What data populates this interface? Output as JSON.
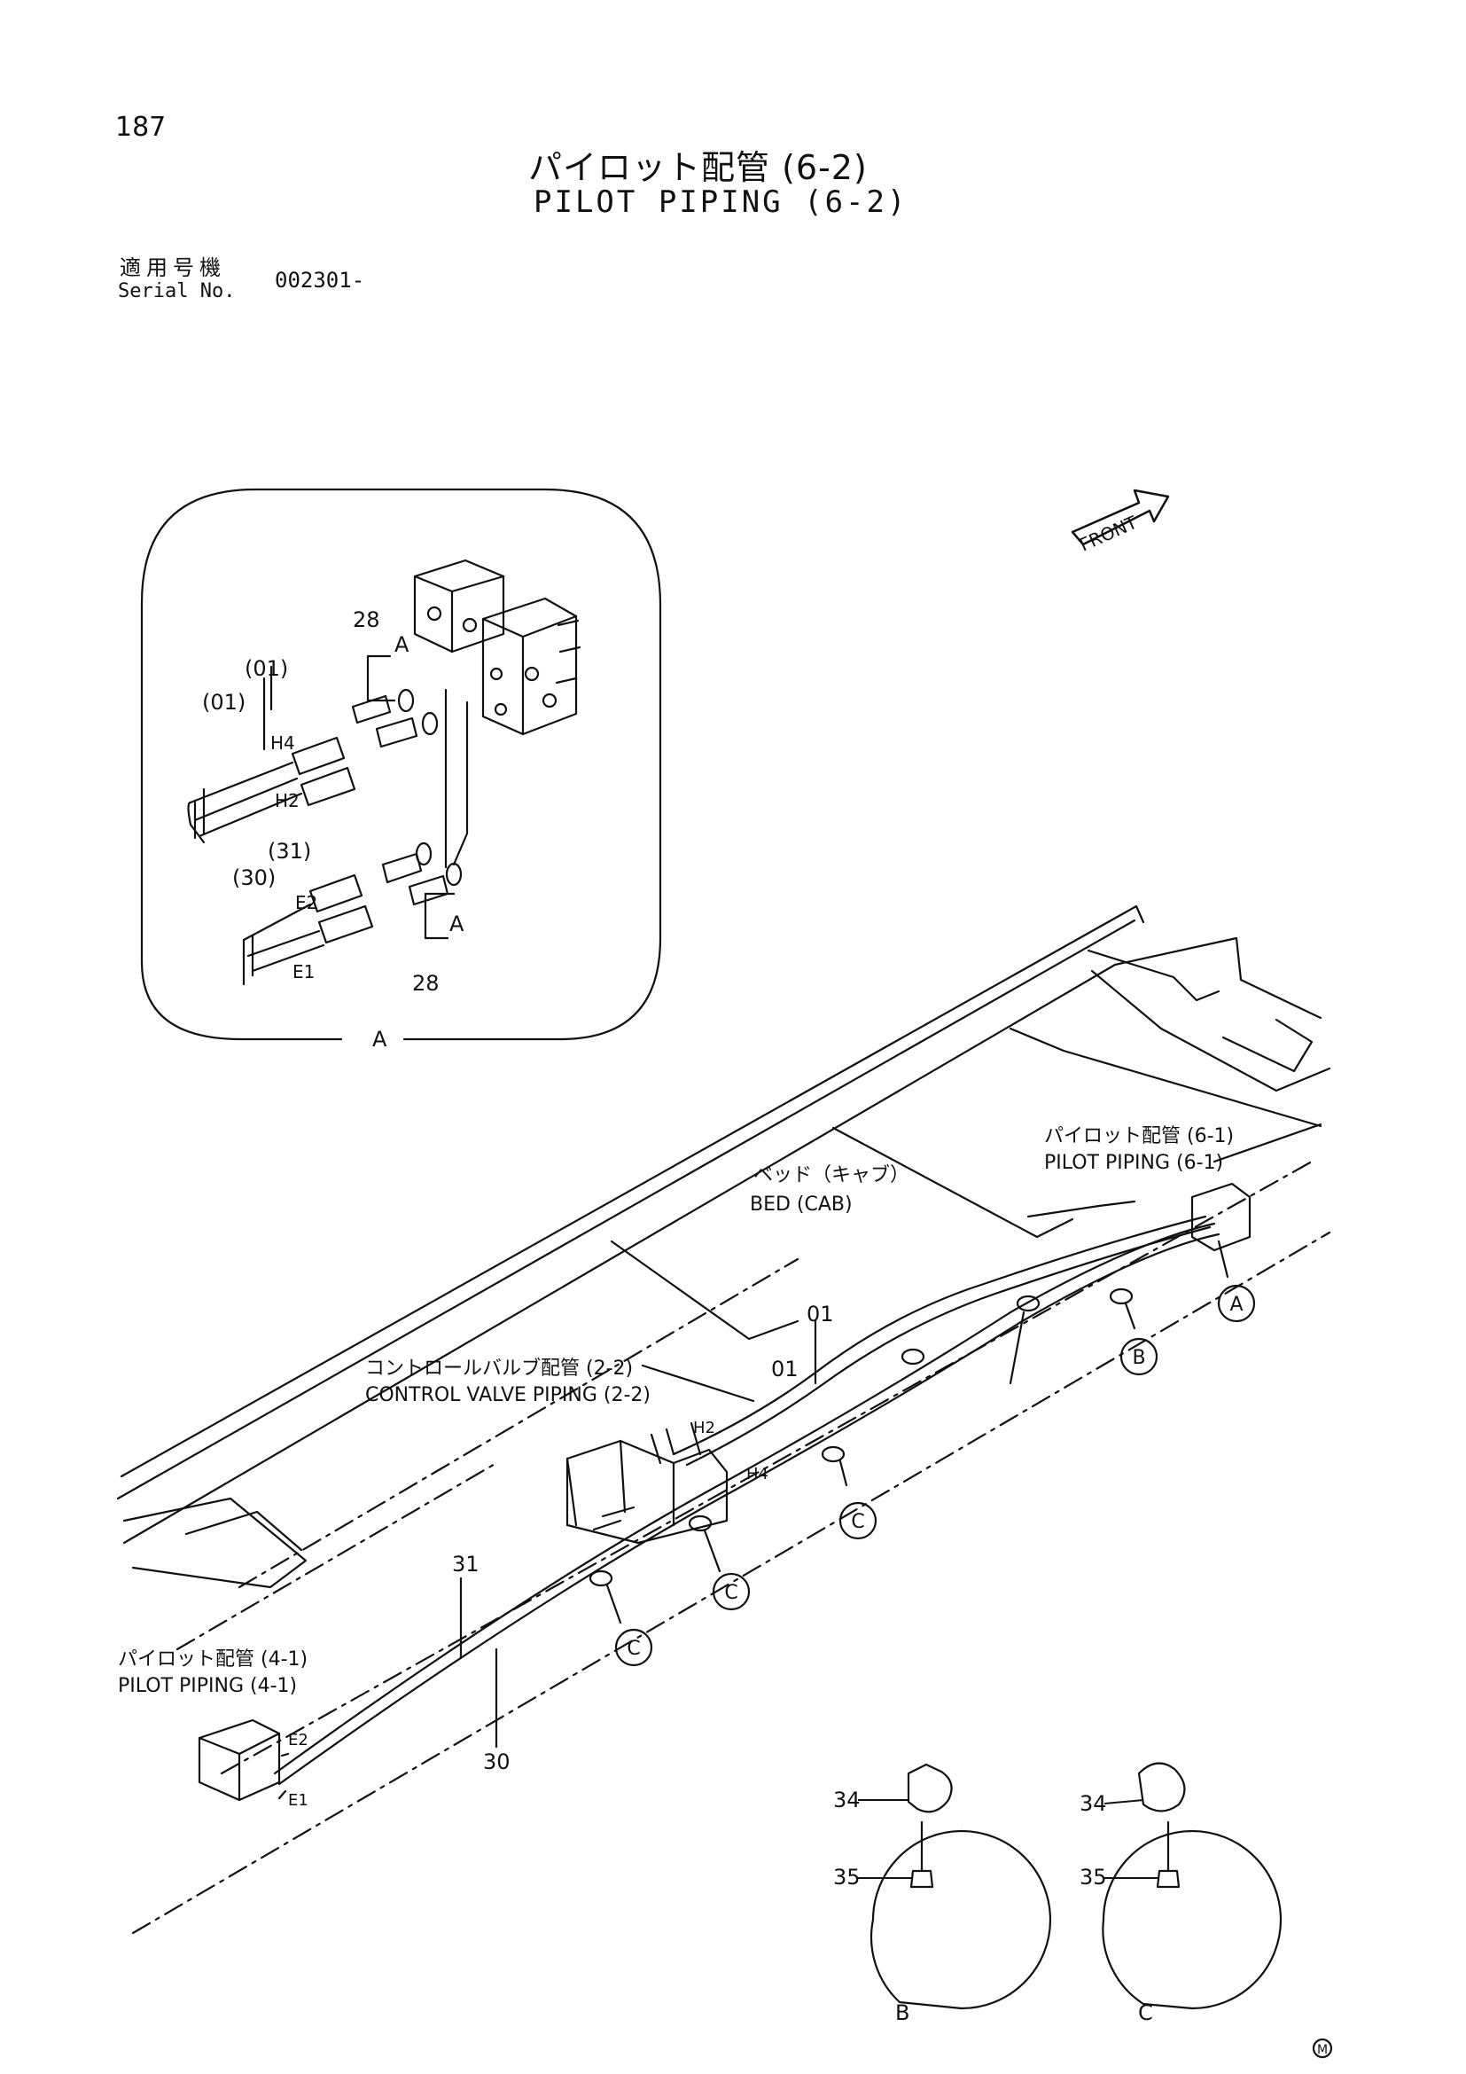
{
  "page_number": "187",
  "title": {
    "japanese": "パイロット配管 (6-2)",
    "english": "PILOT PIPING (6-2)"
  },
  "serial": {
    "label_japanese": "適用号機",
    "label_english": "Serial No.",
    "value": "002301-"
  },
  "front_marker": "FRONT",
  "detail_a": {
    "caption": "A",
    "part_labels": [
      "28",
      "A",
      "(01)",
      "(01)",
      "H4",
      "H2",
      "(31)",
      "(30)",
      "E2",
      "E1",
      "A",
      "28"
    ]
  },
  "main_view": {
    "callouts": {
      "bed_jp": "ベッド（キャブ）",
      "bed_en": "BED (CAB)",
      "pilot61_jp": "パイロット配管 (6-1)",
      "pilot61_en": "PILOT PIPING (6-1)",
      "cv_jp": "コントロールバルブ配管 (2-2)",
      "cv_en": "CONTROL VALVE PIPING (2-2)",
      "pilot41_jp": "パイロット配管 (4-1)",
      "pilot41_en": "PILOT PIPING (4-1)"
    },
    "part_labels": {
      "p01_a": "01",
      "p01_b": "01",
      "h2": "H2",
      "h4": "H4",
      "p31": "31",
      "p30": "30",
      "e2": "E2",
      "e1": "E1"
    },
    "circle_markers": {
      "a": "A",
      "b": "B",
      "c1": "C",
      "c2": "C",
      "c3": "C"
    }
  },
  "detail_b": {
    "caption": "B",
    "parts": [
      "34",
      "35"
    ]
  },
  "detail_c": {
    "caption": "C",
    "parts": [
      "34",
      "35"
    ]
  },
  "corner_mark": "M"
}
